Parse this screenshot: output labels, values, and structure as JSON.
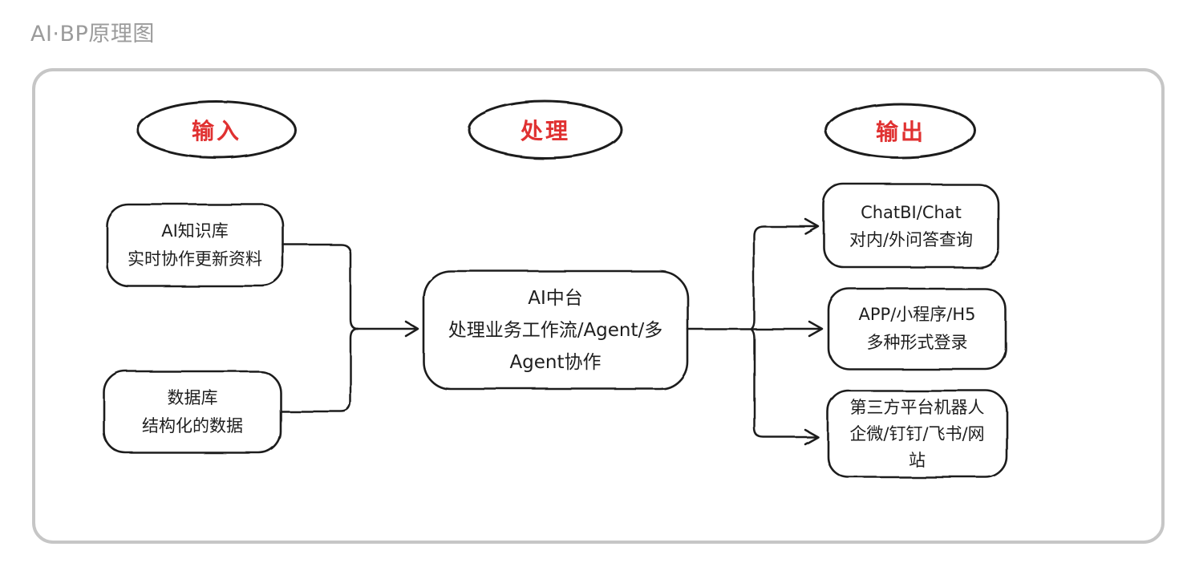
{
  "page": {
    "title": "AI·BP原理图"
  },
  "diagram": {
    "stages": [
      {
        "id": "input",
        "label": "输入"
      },
      {
        "id": "process",
        "label": "处理"
      },
      {
        "id": "output",
        "label": "输出"
      }
    ],
    "nodes": [
      {
        "id": "ai-knowledge-base",
        "stage": "input",
        "label": "AI知识库\n实时协作更新资料"
      },
      {
        "id": "database",
        "stage": "input",
        "label": "数据库\n结构化的数据"
      },
      {
        "id": "ai-platform",
        "stage": "process",
        "label": "AI中台\n处理业务工作流/Agent/多\nAgent协作"
      },
      {
        "id": "chatbi-chat",
        "stage": "output",
        "label": "ChatBI/Chat\n对内/外问答查询"
      },
      {
        "id": "app-miniprogram-h5",
        "stage": "output",
        "label": "APP/小程序/H5\n多种形式登录"
      },
      {
        "id": "third-party-bots",
        "stage": "output",
        "label": "第三方平台机器人\n企微/钉钉/飞书/网\n站"
      }
    ],
    "edges": [
      {
        "from": "ai-knowledge-base",
        "to": "ai-platform"
      },
      {
        "from": "database",
        "to": "ai-platform"
      },
      {
        "from": "ai-platform",
        "to": "chatbi-chat"
      },
      {
        "from": "ai-platform",
        "to": "app-miniprogram-h5"
      },
      {
        "from": "ai-platform",
        "to": "third-party-bots"
      }
    ],
    "colors": {
      "stage_label": "#e03131",
      "stroke": "#1e1e1e",
      "frame_border": "#c6c6c6",
      "title_text": "#9b9b9b"
    }
  }
}
